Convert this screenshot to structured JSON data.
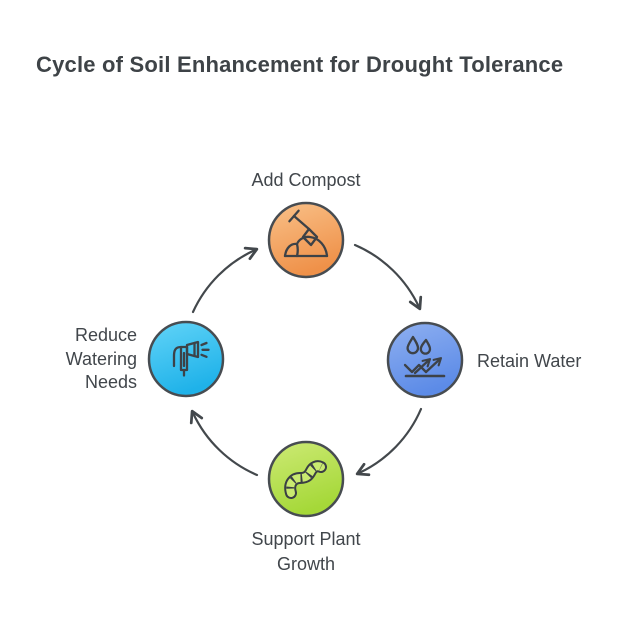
{
  "title": "Cycle of Soil Enhancement for Drought Tolerance",
  "diagram": {
    "type": "cycle",
    "direction": "clockwise",
    "nodes": [
      {
        "label": "Add Compost",
        "position": "top",
        "icon": "shovel-compost-icon",
        "color_light": "#F9C189",
        "color_dark": "#EF9149"
      },
      {
        "label": "Retain Water",
        "position": "right",
        "icon": "water-drops-absorb-icon",
        "color_light": "#8FB0F1",
        "color_dark": "#5C8BE7"
      },
      {
        "label": "Support Plant Growth",
        "position": "bottom",
        "icon": "worm-icon",
        "color_light": "#CDEA75",
        "color_dark": "#A5D838"
      },
      {
        "label": "Reduce Watering Needs",
        "position": "left",
        "icon": "spray-nozzle-icon",
        "color_light": "#62D4F8",
        "color_dark": "#1FB2E9"
      }
    ],
    "colors": {
      "node_outline": "#474C51",
      "arrow": "#43484C",
      "icon_stroke": "#3D4247",
      "title_text": "#3E4347",
      "label_text": "#41464B",
      "worm_fill": "#C9EA70"
    }
  }
}
